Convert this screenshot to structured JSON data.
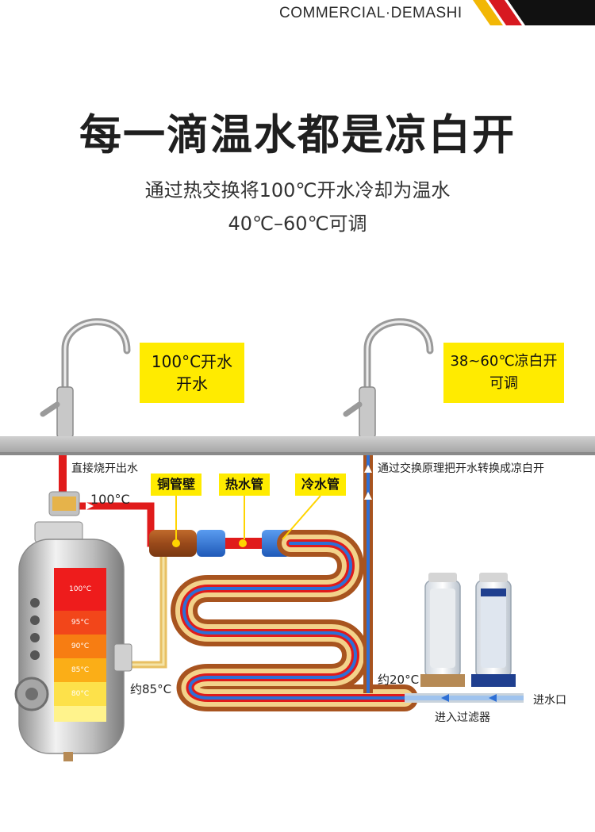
{
  "header": {
    "brand": "COMMERCIAL·DEMASHI",
    "accent_colors": [
      "#f2b705",
      "#d71920",
      "#111111"
    ]
  },
  "hero": {
    "title": "每一滴温水都是凉白开",
    "subtitle_line1": "通过热交换将100℃开水冷却为温水",
    "subtitle_line2": "40℃–60℃可调"
  },
  "diagram": {
    "left_callout_line1": "100°C开水",
    "left_callout_line2": "开水",
    "right_callout_line1": "38~60℃凉白开",
    "right_callout_line2": "可调",
    "label_copper_wall": "铜管壁",
    "label_hot_pipe": "热水管",
    "label_cold_pipe": "冷水管",
    "note_direct_boiling": "直接烧开出水",
    "note_exchange": "通过交换原理把开水转换成凉白开",
    "temp_100": "100°C",
    "temp_85": "约85°C",
    "temp_20": "约20°C",
    "note_into_filter": "进入过滤器",
    "note_inlet": "进水口",
    "tank_levels": [
      "100°C",
      "95°C",
      "90°C",
      "85°C",
      "80°C"
    ],
    "colors": {
      "hot": "#e01b1b",
      "cold": "#2d6fd6",
      "copper": "#a8541f",
      "tag_yellow": "#ffeb00",
      "counter": "#b9b9b9"
    }
  }
}
